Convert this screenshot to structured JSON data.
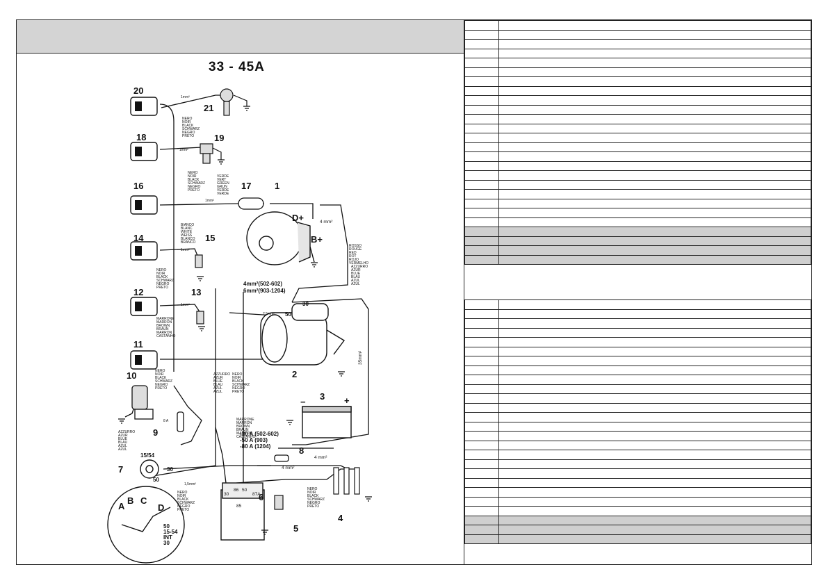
{
  "title": "33 - 45A",
  "legend_top_rows": 26,
  "legend_top_shaded_from": 22,
  "legend_bottom_rows": 26,
  "legend_bottom_shaded_from": 23,
  "components": {
    "n1": "1",
    "n2": "2",
    "n3": "3",
    "n4": "4",
    "n5": "5",
    "n6": "6",
    "n7": "7",
    "n8": "8",
    "n9": "9",
    "n10": "10",
    "n11": "11",
    "n12": "12",
    "n13": "13",
    "n14": "14",
    "n15": "15",
    "n16": "16",
    "n17": "17",
    "n18": "18",
    "n19": "19",
    "n20": "20",
    "n21": "21"
  },
  "terminals": {
    "dplus": "D+",
    "bplus": "B+",
    "t30": "30",
    "t50": "50",
    "t1554": "15/54",
    "t30b": "30",
    "t50b": "50",
    "minus": "−",
    "plus": "+",
    "relay30": "30",
    "relay86": "86",
    "relay50": "50",
    "relay87a": "87A",
    "relay85": "85",
    "swA": "A",
    "swB": "B",
    "swC": "C",
    "swD": "D",
    "sw50": "50",
    "sw1554": "15-54",
    "swINT": "INT",
    "sw30": "30"
  },
  "wires": {
    "w1mm": "1mm²",
    "w4mm": "4 mm²",
    "w4mm_a": "4mm²(502-602)",
    "w6mm": "6mm²(903-1204)",
    "w25mm": "2.5mm²",
    "w35mm": "35mm²",
    "w15mm": "1,5mm²",
    "w8a": "8 A",
    "f30": "-30 A (502-602)",
    "f50": "-50 A (903)",
    "f80": "-80 A (1204)"
  },
  "colors_black": [
    "NERO",
    "NOIR",
    "BLACK",
    "SCHWARZ",
    "NEGRO",
    "PRETO"
  ],
  "colors_green": [
    "VERDE",
    "VERT",
    "GREEN",
    "GRUN",
    "VERDE",
    "VERDE"
  ],
  "colors_white": [
    "BIANCO",
    "BLANC",
    "WHITE",
    "WEISS",
    "BLANCO",
    "BRANCO"
  ],
  "colors_red": [
    "ROSSO",
    "ROUGE",
    "RED",
    "ROT",
    "ROJO",
    "VERMELHO"
  ],
  "colors_blue": [
    "AZZURRO",
    "AZUR",
    "BLUE",
    "BLAU",
    "AZUL",
    "AZUL"
  ],
  "colors_brown": [
    "MARRONE",
    "MARRON",
    "BROWN",
    "BRAUN",
    "MARRON",
    "CASTANHO"
  ]
}
